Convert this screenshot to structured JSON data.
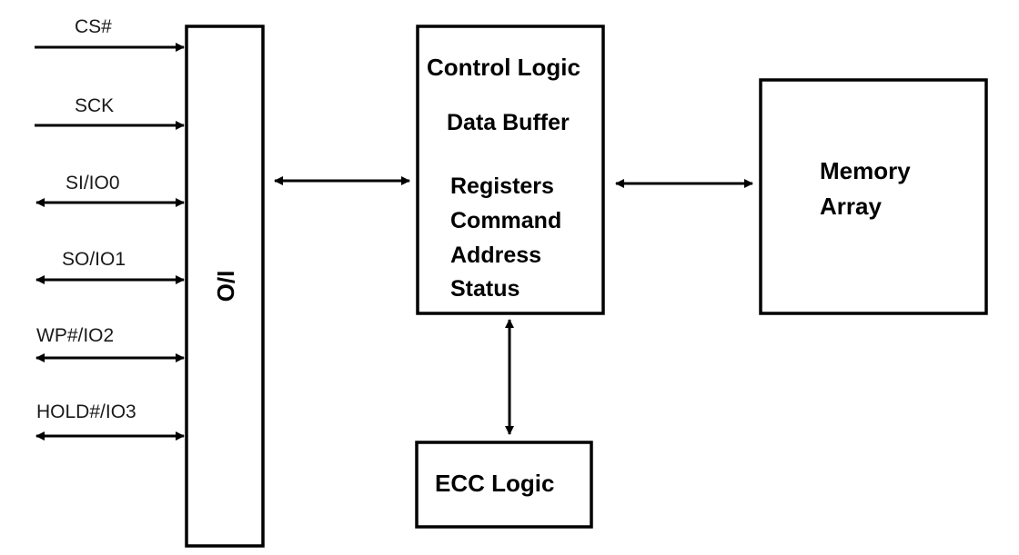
{
  "signals": [
    {
      "label": "CS#",
      "direction": "in"
    },
    {
      "label": "SCK",
      "direction": "in"
    },
    {
      "label": "SI/IO0",
      "direction": "bidirectional"
    },
    {
      "label": "SO/IO1",
      "direction": "bidirectional"
    },
    {
      "label": "WP#/IO2",
      "direction": "bidirectional"
    },
    {
      "label": "HOLD#/IO3",
      "direction": "bidirectional"
    }
  ],
  "io_block": {
    "label": "I/O"
  },
  "control_block": {
    "title": "Control Logic",
    "line1": "Data Buffer",
    "line2": "Registers",
    "line3": "Command",
    "line4": "Address",
    "line5": "Status"
  },
  "memory_block": {
    "line1": "Memory",
    "line2": "Array"
  },
  "ecc_block": {
    "label": "ECC Logic"
  }
}
